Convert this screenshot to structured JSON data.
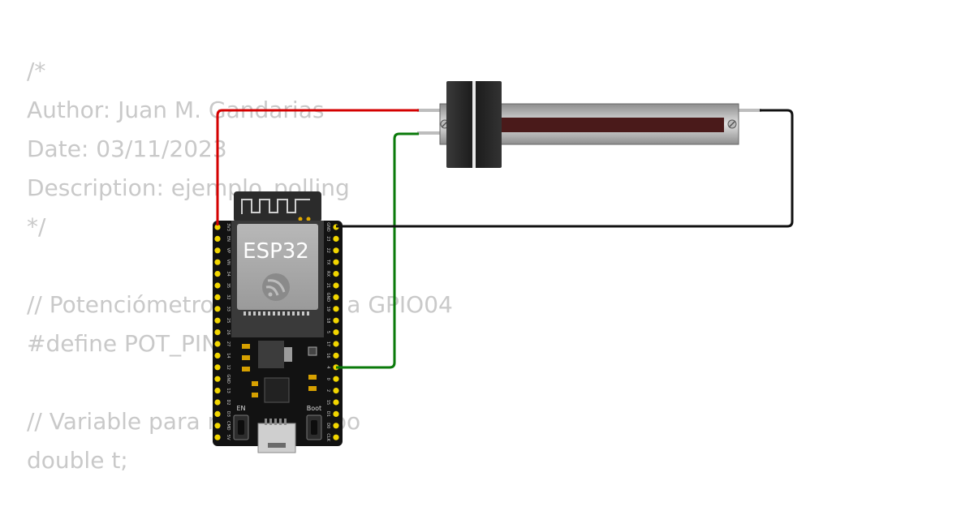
{
  "code_lines": [
    "/*",
    "Author: Juan M. Gandarias",
    "Date: 03/11/2023",
    "Description: ejemplo_polling",
    "*/",
    "",
    "// Potenciómetro conectado a GPIO04",
    "#define POT_PIN 4",
    "",
    "// Variable para medir tiempo",
    "double t;"
  ],
  "board": {
    "chip_label": "ESP32",
    "en_label": "EN",
    "boot_label": "Boot",
    "left_pins": [
      "3V3",
      "EN",
      "VP",
      "VN",
      "34",
      "35",
      "32",
      "33",
      "25",
      "26",
      "27",
      "14",
      "12",
      "GND",
      "13",
      "D2",
      "D3",
      "CMD",
      "5V"
    ],
    "right_pins": [
      "GND",
      "23",
      "22",
      "TX",
      "RX",
      "21",
      "GND",
      "19",
      "18",
      "5",
      "17",
      "16",
      "4",
      "0",
      "2",
      "15",
      "D1",
      "D0",
      "CLK"
    ]
  },
  "colors": {
    "code_text": "#c9c9c9",
    "wire_vcc": "#d40000",
    "wire_signal": "#0a7a0a",
    "wire_gnd": "#111111",
    "board": "#121212",
    "pin": "#f2d600",
    "track": "#4a1a1a"
  }
}
